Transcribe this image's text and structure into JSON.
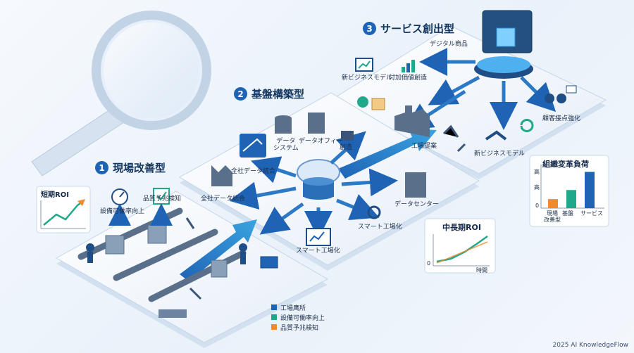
{
  "stages": {
    "stage1": {
      "number": "1",
      "title": "現場改善型"
    },
    "stage2": {
      "number": "2",
      "title": "基盤構築型"
    },
    "stage3": {
      "number": "3",
      "title": "サービス創出型"
    }
  },
  "stage1_labels": {
    "uptime": "設備可働率向上",
    "quality": "品質予兆検知"
  },
  "stage2_labels": {
    "data_system": "データ\nシステム",
    "data_office": "データオフィー",
    "company_data_1": "全社データ統合",
    "company_data_2": "全社データ統合",
    "creation": "創造",
    "factory_proposal": "工場提案",
    "data_center": "データセンター",
    "smart_factory_1": "スマート工場化",
    "smart_factory_2": "スマート工場化"
  },
  "stage3_labels": {
    "digital_products": "デジタル商品",
    "new_business_model_1": "新ビジネスモデル",
    "value_add": "付加価値創造",
    "customer_engagement": "顧客接点強化",
    "new_business_model_2": "新ビジネスモデル"
  },
  "short_roi": {
    "title": "短期ROI"
  },
  "mid_roi": {
    "title": "中長期ROI",
    "axis_zero": "0",
    "axis_x": "時間"
  },
  "org_burden": {
    "title": "組織変革負荷",
    "ytick_top": "高",
    "ytick_mid": "高",
    "ytick_zero": "0",
    "chart_data": {
      "type": "bar",
      "title": "組織変革負荷",
      "categories": [
        "現場\n改善型",
        "基盤",
        "サービス"
      ],
      "values": [
        1,
        2,
        4
      ],
      "ylim": [
        0,
        4.5
      ],
      "colors": [
        "#f08a2a",
        "#20a88a",
        "#1f63b5"
      ],
      "grid": false
    }
  },
  "legend": [
    {
      "label": "工場鹰所",
      "color": "#1f63b5"
    },
    {
      "label": "設備可働率向上",
      "color": "#20a88a"
    },
    {
      "label": "品質予兆検知",
      "color": "#f08a2a"
    }
  ],
  "footer": "2025 AI KnowledgeFlow"
}
